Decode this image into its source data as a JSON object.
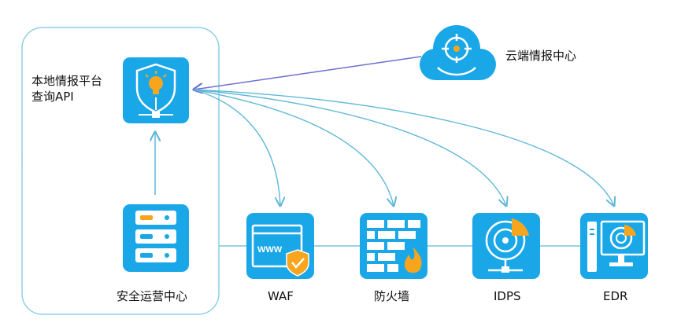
{
  "local_platform": {
    "title": "本地情报平台",
    "subtitle": "查询API"
  },
  "soc": {
    "label": "安全运营中心"
  },
  "cloud": {
    "label": "云端情报中心"
  },
  "devices": {
    "waf": {
      "label": "WAF"
    },
    "firewall": {
      "label": "防火墙"
    },
    "idps": {
      "label": "IDPS"
    },
    "edr": {
      "label": "EDR"
    }
  },
  "icons": {
    "waf_text": "WWW",
    "local_platform": "shield-lightbulb-network-icon",
    "soc": "server-rack-icon",
    "cloud": "cloud-target-icon",
    "waf": "browser-www-shield-icon",
    "firewall": "brick-wall-flame-icon",
    "idps": "radar-network-icon",
    "edr": "computer-radar-icon"
  },
  "colors": {
    "tile": "#1aa7e8",
    "accent": "#f7a51c",
    "line": "#5fb8d8",
    "cloud_arrow": "#6d6fcf",
    "frame": "#8ecfe6"
  }
}
